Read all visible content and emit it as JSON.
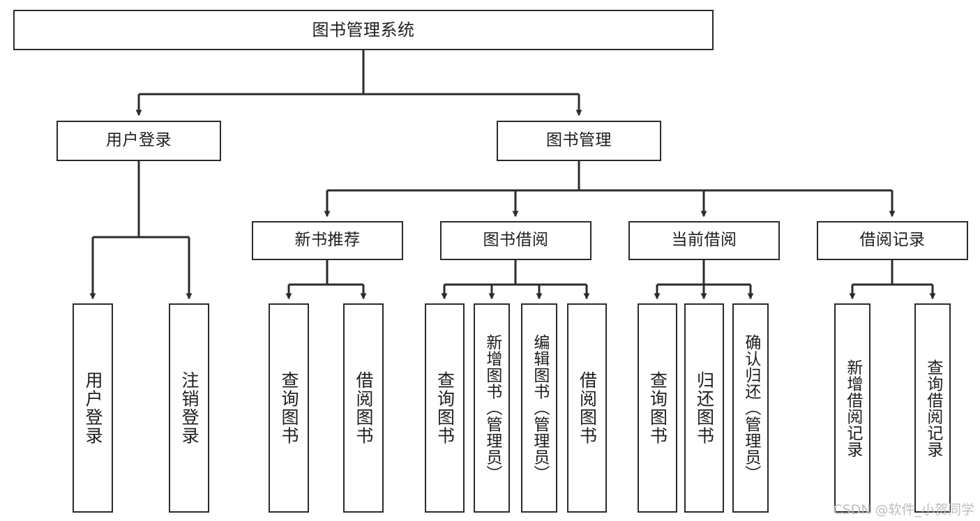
{
  "diagram": {
    "title": "图书管理系统",
    "type": "tree",
    "watermark": "CSDN @软件_小贺同学",
    "colors": {
      "stroke": "#2b2b2b",
      "fill": "#ffffff",
      "text": "#1d1d1d",
      "watermark": "#bdbdbd"
    },
    "nodes": {
      "root": {
        "label": "图书管理系统",
        "orientation": "horizontal"
      },
      "level2": [
        {
          "id": "user-login",
          "label": "用户登录",
          "orientation": "horizontal"
        },
        {
          "id": "book-manage",
          "label": "图书管理",
          "orientation": "horizontal"
        }
      ],
      "level3": [
        {
          "id": "new-book-rec",
          "label": "新书推荐",
          "orientation": "horizontal"
        },
        {
          "id": "book-borrow",
          "label": "图书借阅",
          "orientation": "horizontal"
        },
        {
          "id": "current-borrow",
          "label": "当前借阅",
          "orientation": "horizontal"
        },
        {
          "id": "borrow-record",
          "label": "借阅记录",
          "orientation": "horizontal"
        }
      ],
      "leaves": [
        {
          "id": "leaf-user-login",
          "label": "用户登录",
          "orientation": "vertical",
          "parent": "user-login"
        },
        {
          "id": "leaf-logout",
          "label": "注销登录",
          "orientation": "vertical",
          "parent": "user-login"
        },
        {
          "id": "leaf-query-book-1",
          "label": "查询图书",
          "orientation": "vertical",
          "parent": "new-book-rec"
        },
        {
          "id": "leaf-borrow-book-1",
          "label": "借阅图书",
          "orientation": "vertical",
          "parent": "new-book-rec"
        },
        {
          "id": "leaf-query-book-2",
          "label": "查询图书",
          "orientation": "vertical",
          "parent": "book-borrow"
        },
        {
          "id": "leaf-add-book",
          "label": "新增图书（管理员）",
          "orientation": "vertical",
          "parent": "book-borrow"
        },
        {
          "id": "leaf-edit-book",
          "label": "编辑图书（管理员）",
          "orientation": "vertical",
          "parent": "book-borrow"
        },
        {
          "id": "leaf-borrow-book-2",
          "label": "借阅图书",
          "orientation": "vertical",
          "parent": "book-borrow"
        },
        {
          "id": "leaf-query-book-3",
          "label": "查询图书",
          "orientation": "vertical",
          "parent": "current-borrow"
        },
        {
          "id": "leaf-return-book",
          "label": "归还图书",
          "orientation": "vertical",
          "parent": "current-borrow"
        },
        {
          "id": "leaf-confirm-return",
          "label": "确认归还（管理员）",
          "orientation": "vertical",
          "parent": "current-borrow"
        },
        {
          "id": "leaf-add-record",
          "label": "新增借阅记录",
          "orientation": "vertical",
          "parent": "borrow-record"
        },
        {
          "id": "leaf-query-record",
          "label": "查询借阅记录",
          "orientation": "vertical",
          "parent": "borrow-record"
        }
      ]
    }
  }
}
